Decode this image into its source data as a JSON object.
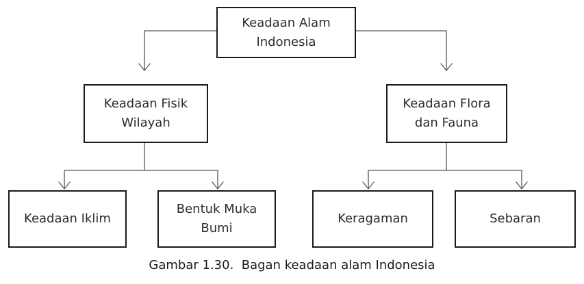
{
  "diagram": {
    "root": {
      "label": "Keadaan Alam\nIndonesia"
    },
    "left_branch": {
      "label": "Keadaan Fisik\nWilayah",
      "children": [
        {
          "label": "Keadaan Iklim"
        },
        {
          "label": "Bentuk Muka\nBumi"
        }
      ]
    },
    "right_branch": {
      "label": "Keadaan Flora\ndan Fauna",
      "children": [
        {
          "label": "Keragaman"
        },
        {
          "label": "Sebaran"
        }
      ]
    },
    "caption": "Gambar 1.30.  Bagan keadaan alam Indonesia"
  }
}
